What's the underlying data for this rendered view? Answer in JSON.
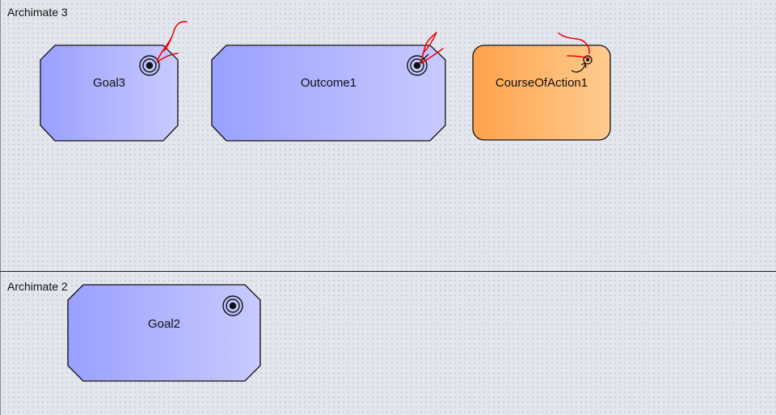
{
  "sections": {
    "archimate3": {
      "label": "Archimate 3"
    },
    "archimate2": {
      "label": "Archimate 2"
    }
  },
  "nodes": {
    "goal3": {
      "label": "Goal3",
      "type": "goal",
      "icon": "goal-target-icon"
    },
    "outcome1": {
      "label": "Outcome1",
      "type": "outcome",
      "icon": "outcome-target-arrow-icon"
    },
    "course_of_action1": {
      "label": "CourseOfAction1",
      "type": "course-of-action",
      "icon": "course-of-action-icon"
    },
    "goal2": {
      "label": "Goal2",
      "type": "goal",
      "icon": "goal-target-icon"
    }
  },
  "colors": {
    "motivation_fill_start": "#9aa0ff",
    "motivation_fill_end": "#c8caff",
    "strategy_fill_start": "#ffa24c",
    "strategy_fill_end": "#ffcc8e",
    "annotation_red": "#ee0000"
  }
}
